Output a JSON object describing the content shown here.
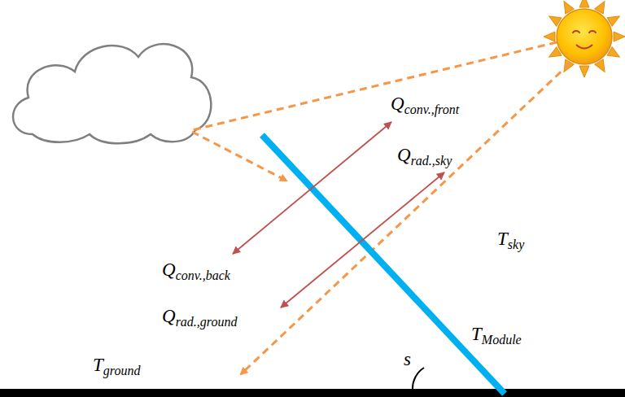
{
  "diagram": {
    "labels": [
      "Q",
      "conv.,front",
      "Q",
      "rad.,sky",
      "Q",
      "conv.,back",
      "Q",
      "rad.,ground",
      "T",
      "sky",
      "T",
      "Module",
      "T",
      "ground",
      "s"
    ]
  }
}
